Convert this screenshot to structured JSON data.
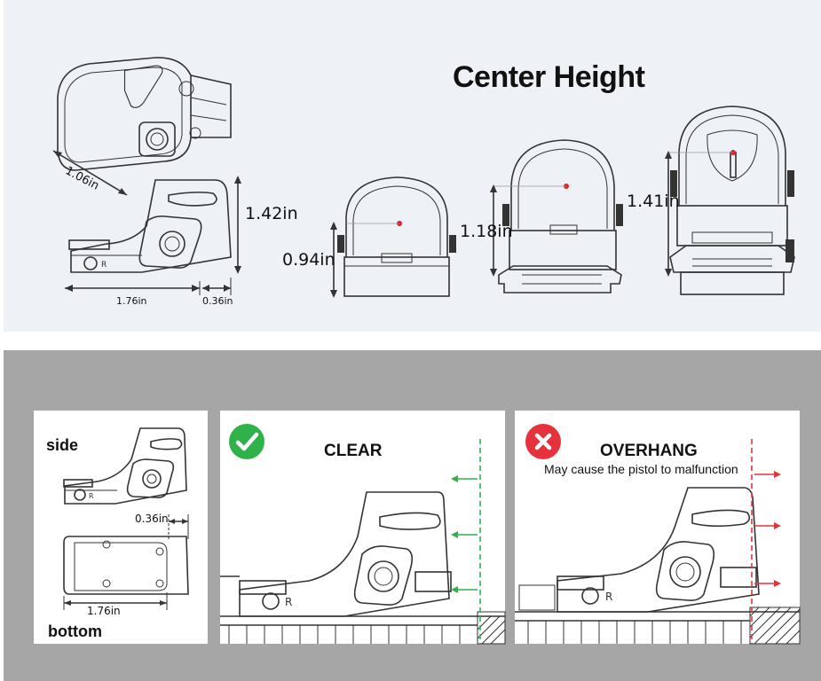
{
  "top": {
    "title": "Center Height",
    "dims": {
      "width": "1.06in",
      "height": "1.42in",
      "length": "1.76in",
      "overhang": "0.36in"
    },
    "heights": [
      "0.94in",
      "1.18in",
      "1.41in"
    ]
  },
  "bottom": {
    "side_panel": {
      "side_label": "side",
      "bottom_label": "bottom",
      "overhang": "0.36in",
      "length": "1.76in"
    },
    "clear_panel": {
      "title": "CLEAR",
      "status_icon": "check-icon",
      "color": "#2fb24a"
    },
    "overhang_panel": {
      "title": "OVERHANG",
      "subtitle": "May cause the pistol to malfunction",
      "status_icon": "x-icon",
      "color": "#e5323c"
    }
  },
  "colors": {
    "top_bg": "#eef1f6",
    "bottom_bg": "#a6a6a6",
    "dot": "#e0202a",
    "ok": "#2fb24a",
    "bad": "#e5323c"
  }
}
